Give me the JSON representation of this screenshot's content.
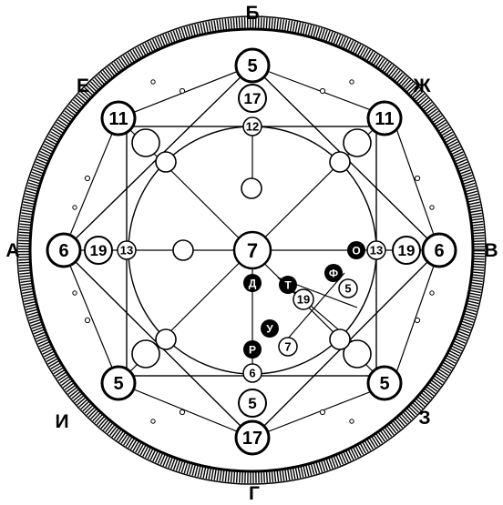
{
  "colors": {
    "ink": "#000000",
    "paper": "#ffffff"
  },
  "direction_labels": {
    "top": "Б",
    "top_left": "Е",
    "top_right": "Ж",
    "left": "А",
    "right": "В",
    "bottom_left": "И",
    "bottom_right": "З",
    "bottom": "Г"
  },
  "numbers": {
    "top_outer": "5",
    "top_mid": "17",
    "top_inner": "12",
    "top_left_corner": "11",
    "top_right_corner": "11",
    "left_outer": "6",
    "left_mid": "19",
    "left_inner": "13",
    "center": "7",
    "right_inner": "13",
    "right_mid": "19",
    "right_outer": "6",
    "bottom_inner": "6",
    "bottom_mid": "5",
    "bottom_outer": "17",
    "bottom_left_corner": "5",
    "bottom_right_corner": "5",
    "line_t": "19",
    "line_f": "5",
    "line_u": "7"
  },
  "markers": {
    "o": "О",
    "d": "Д",
    "t": "Т",
    "f": "Ф",
    "u": "У",
    "r": "Р"
  }
}
